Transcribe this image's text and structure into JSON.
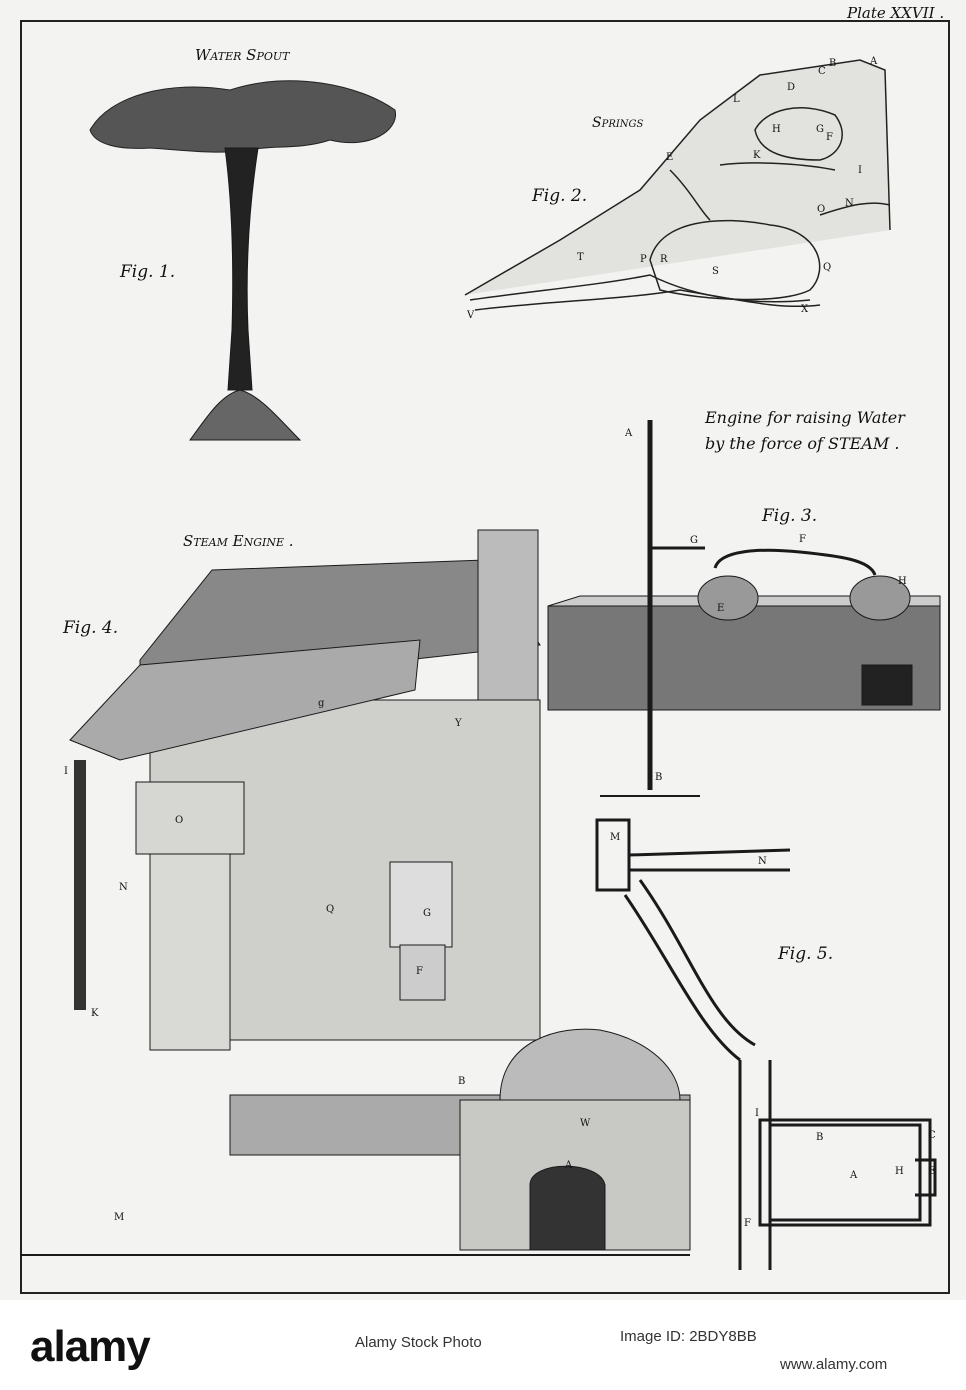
{
  "plate": {
    "number": "Plate XXVII .",
    "fig1": {
      "title": "Water Spout",
      "label": "Fig. 1."
    },
    "fig2": {
      "title": "Springs",
      "label": "Fig. 2.",
      "letters": [
        "A",
        "B",
        "C",
        "D",
        "L",
        "H",
        "G",
        "F",
        "E",
        "K",
        "I",
        "O",
        "N",
        "T",
        "P",
        "R",
        "S",
        "Q",
        "V",
        "X"
      ]
    },
    "fig3": {
      "title_line1": "Engine for raising Water",
      "title_line2": "by the force of STEAM .",
      "label": "Fig. 3.",
      "letters": [
        "A",
        "G",
        "F",
        "E",
        "H",
        "B"
      ]
    },
    "fig4": {
      "title": "Steam Engine .",
      "label": "Fig. 4.",
      "letters": [
        "I",
        "O",
        "N",
        "K",
        "M",
        "G",
        "F",
        "Q",
        "B",
        "W",
        "A",
        "Y",
        "g"
      ]
    },
    "fig5": {
      "label": "Fig. 5.",
      "letters": [
        "M",
        "N",
        "I",
        "B",
        "C",
        "A",
        "H",
        "E",
        "F"
      ]
    }
  },
  "watermark": {
    "brand": "alamy",
    "text": "Alamy Stock Photo",
    "id_line1": "Image ID: 2BDY8BB",
    "url": "www.alamy.com"
  }
}
